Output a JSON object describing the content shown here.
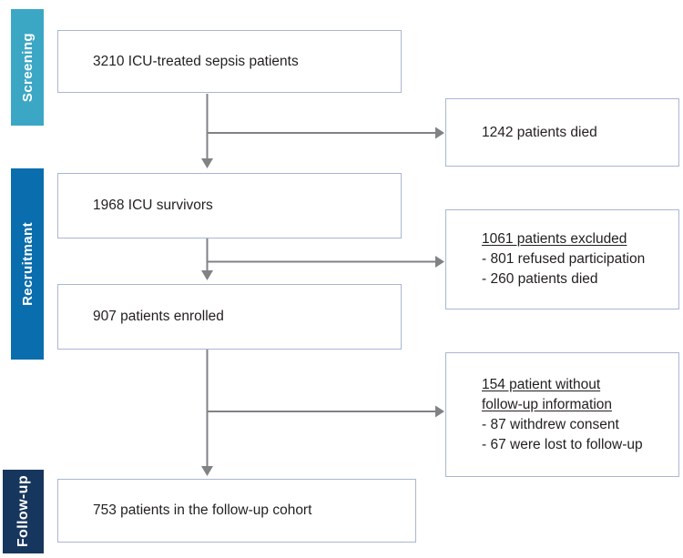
{
  "figure": {
    "background_color": "#ffffff",
    "box_border_color": "#a9b6d4",
    "arrow_color": "#808285",
    "text_color": "#231f20"
  },
  "stages": [
    {
      "label": "Screening",
      "color": "#3BA7C5"
    },
    {
      "label": "Recruitmant",
      "color": "#0A6DAD"
    },
    {
      "label": "Follow-up",
      "color": "#17365D"
    }
  ],
  "main_boxes": [
    {
      "text": "3210 ICU-treated sepsis patients"
    },
    {
      "text": "1968 ICU survivors"
    },
    {
      "text": "907 patients enrolled"
    },
    {
      "text": "753 patients in the follow-up cohort"
    }
  ],
  "side_boxes": [
    {
      "text": "1242 patients died"
    },
    {
      "heading": "1061 patients excluded",
      "items": [
        "- 801 refused participation",
        "- 260 patients died"
      ]
    },
    {
      "heading_line1": "154 patient without",
      "heading_line2": "follow-up information",
      "items": [
        "- 87 withdrew consent",
        "- 67 were lost to follow-up"
      ]
    }
  ]
}
